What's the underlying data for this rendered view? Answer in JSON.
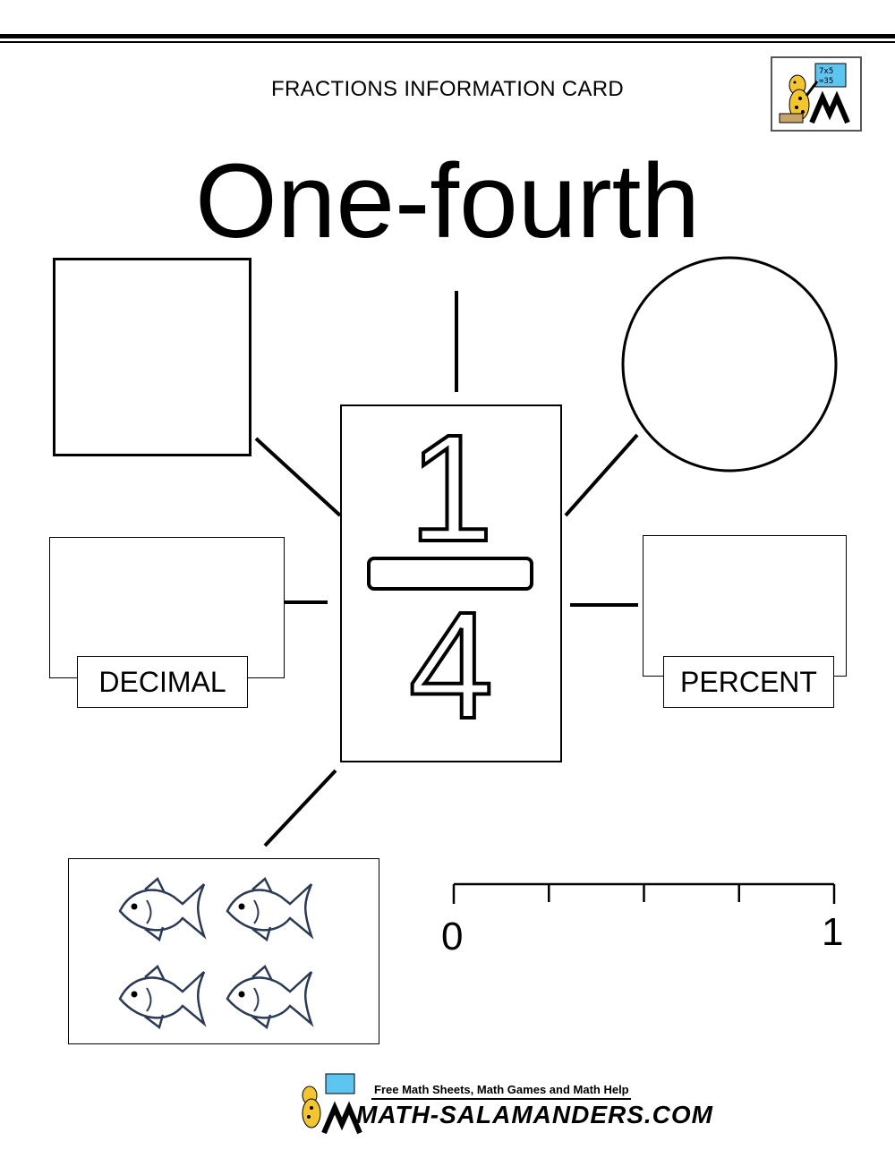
{
  "header": {
    "card_label": "FRACTIONS INFORMATION CARD"
  },
  "title": "One-fourth",
  "fraction": {
    "numerator": "1",
    "denominator": "4"
  },
  "decimal_box": {
    "label": "DECIMAL"
  },
  "percent_box": {
    "label": "PERCENT"
  },
  "number_line": {
    "start_label": "0",
    "end_label": "1",
    "divisions": 4
  },
  "fish_group": {
    "count": 4
  },
  "logo": {
    "badge_text": "7x5\n=35"
  },
  "footer": {
    "tagline": "Free Math Sheets, Math Games and Math Help",
    "site": "MATH-SALAMANDERS.COM"
  },
  "colors": {
    "ink": "#000000",
    "fish_outline": "#2b3a55",
    "logo_blue": "#5ec4f0",
    "logo_yellow": "#f2c531"
  }
}
